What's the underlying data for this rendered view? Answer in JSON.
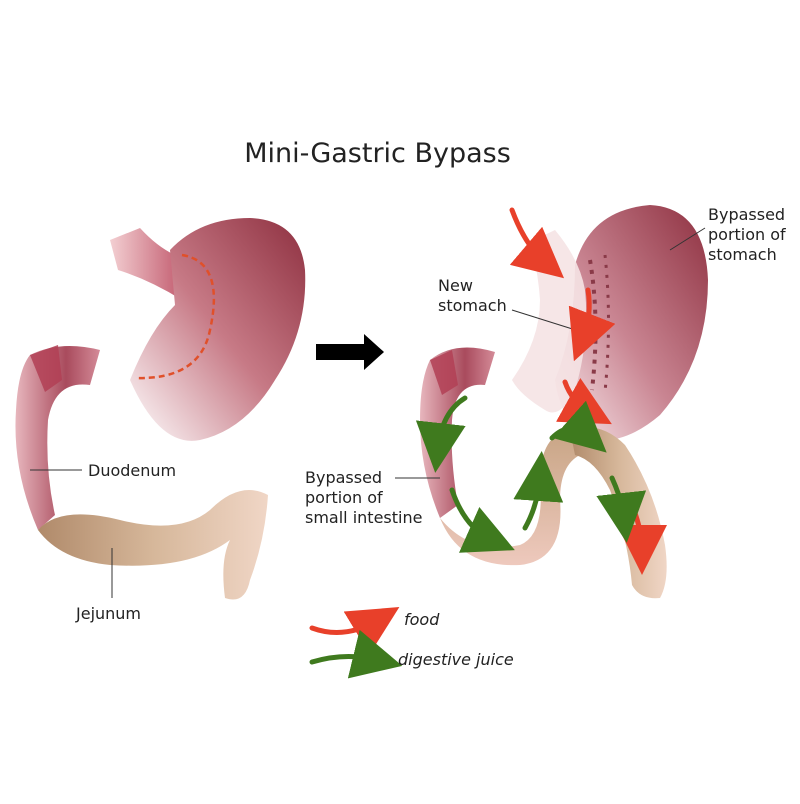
{
  "title": "Mini-Gastric Bypass",
  "labels": {
    "duodenum": "Duodenum",
    "jejunum": "Jejunum",
    "new_stomach": "New\nstomach",
    "bypassed_stomach": "Bypassed\nportion of\nstomach",
    "bypassed_intestine": "Bypassed\nportion of\nsmall intestine"
  },
  "legend": {
    "food": "food",
    "digestive_juice": "digestive juice"
  },
  "colors": {
    "food_arrow": "#e8402a",
    "juice_arrow": "#3f7a1e",
    "stomach_dark": "#9c3a4b",
    "stomach_light": "#f4d6d8",
    "jejunum": "#c4a283",
    "cut_line": "#e0502a",
    "staple_line": "#8a3a48"
  }
}
